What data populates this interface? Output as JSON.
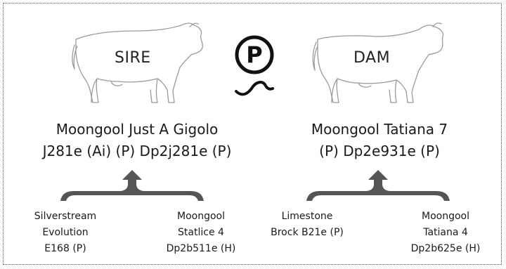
{
  "sire": {
    "label": "SIRE",
    "name_line1": "Moongool Just A Gigolo",
    "name_line2": "J281e (Ai) (P) Dp2j281e (P)",
    "parents": [
      {
        "line1": "Silverstream",
        "line2": "Evolution",
        "line3": "E168 (P)"
      },
      {
        "line1": "Moongool",
        "line2": "Statlice 4",
        "line3": "Dp2b511e (H)"
      }
    ]
  },
  "dam": {
    "label": "DAM",
    "name_line1": "Moongool Tatiana 7",
    "name_line2": "(P) Dp2e931e (P)",
    "parents": [
      {
        "line1": "Limestone",
        "line2": "Brock B21e (P)"
      },
      {
        "line1": "Moongool",
        "line2": "Tatiana 4",
        "line3": "Dp2b625e (H)"
      }
    ]
  },
  "logo": {
    "letter": "P"
  },
  "colors": {
    "brace": "#555555",
    "cow_outline": "#9a9a9a",
    "logo": "#111111"
  }
}
